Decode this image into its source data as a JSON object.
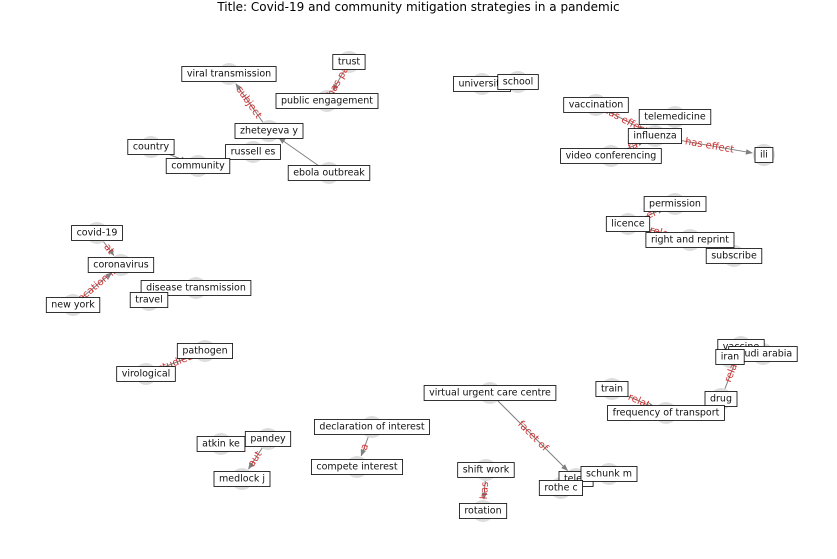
{
  "title": "Title: Covid-19 and community mitigation strategies in a pandemic",
  "colors": {
    "edge": "#808080",
    "edge_label": "#cc3333",
    "node": "#dddddd",
    "label_border": "#000000",
    "label_bg": "#ffffff"
  },
  "nodes": [
    {
      "id": "trust",
      "label": "trust"
    },
    {
      "id": "viral_transmission",
      "label": "viral transmission"
    },
    {
      "id": "public_engagement",
      "label": "public engagement"
    },
    {
      "id": "zheteyeva",
      "label": "zheteyeva y"
    },
    {
      "id": "country",
      "label": "country"
    },
    {
      "id": "russell",
      "label": "russell es"
    },
    {
      "id": "community",
      "label": "community"
    },
    {
      "id": "ebola",
      "label": "ebola outbreak"
    },
    {
      "id": "university",
      "label": "university"
    },
    {
      "id": "school",
      "label": "school"
    },
    {
      "id": "vaccination",
      "label": "vaccination"
    },
    {
      "id": "telemedicine",
      "label": "telemedicine"
    },
    {
      "id": "influenza",
      "label": "influenza"
    },
    {
      "id": "video_conf",
      "label": "video conferencing"
    },
    {
      "id": "ili",
      "label": "ili"
    },
    {
      "id": "permission",
      "label": "permission"
    },
    {
      "id": "licence",
      "label": "licence"
    },
    {
      "id": "right_reprint",
      "label": "right and reprint"
    },
    {
      "id": "subscribe",
      "label": "subscribe"
    },
    {
      "id": "covid19",
      "label": "covid-19"
    },
    {
      "id": "coronavirus",
      "label": "coronavirus"
    },
    {
      "id": "disease_trans",
      "label": "disease transmission"
    },
    {
      "id": "travel",
      "label": "travel"
    },
    {
      "id": "new_york",
      "label": "new york"
    },
    {
      "id": "pathogen",
      "label": "pathogen"
    },
    {
      "id": "virological",
      "label": "virological"
    },
    {
      "id": "vaccine",
      "label": "vaccine"
    },
    {
      "id": "saudi_arabia",
      "label": "saudi arabia"
    },
    {
      "id": "iran",
      "label": "iran"
    },
    {
      "id": "train",
      "label": "train"
    },
    {
      "id": "drug",
      "label": "drug"
    },
    {
      "id": "freq_transport",
      "label": "frequency of transport"
    },
    {
      "id": "vucc",
      "label": "virtual urgent care centre"
    },
    {
      "id": "declaration",
      "label": "declaration of interest"
    },
    {
      "id": "atkin",
      "label": "atkin ke"
    },
    {
      "id": "pandey",
      "label": "pandey"
    },
    {
      "id": "compete",
      "label": "compete interest"
    },
    {
      "id": "medlock",
      "label": "medlock j"
    },
    {
      "id": "shift_work",
      "label": "shift work"
    },
    {
      "id": "telehealth",
      "label": "teleh"
    },
    {
      "id": "schunk",
      "label": "schunk m"
    },
    {
      "id": "rothe",
      "label": "rothe c"
    },
    {
      "id": "rotation",
      "label": "rotation"
    }
  ],
  "edges": [
    {
      "from": "trust",
      "to": "public_engagement",
      "label": "has pa"
    },
    {
      "from": "zheteyeva",
      "to": "viral_transmission",
      "label": "subject"
    },
    {
      "from": "ebola",
      "to": "zheteyeva",
      "label": ""
    },
    {
      "from": "country",
      "to": "community",
      "label": ""
    },
    {
      "from": "vaccination",
      "to": "influenza",
      "label": "has effect"
    },
    {
      "from": "influenza",
      "to": "ili",
      "label": "has effect"
    },
    {
      "from": "video_conf",
      "to": "influenza",
      "label": "fa"
    },
    {
      "from": "licence",
      "to": "permission",
      "label": "er"
    },
    {
      "from": "licence",
      "to": "right_reprint",
      "label": "rela"
    },
    {
      "from": "covid19",
      "to": "coronavirus",
      "label": "at"
    },
    {
      "from": "new_york",
      "to": "coronavirus",
      "label": "location in"
    },
    {
      "from": "virological",
      "to": "pathogen",
      "label": "studied"
    },
    {
      "from": "drug",
      "to": "vaccine",
      "label": "rela"
    },
    {
      "from": "train",
      "to": "freq_transport",
      "label": "relat"
    },
    {
      "from": "vucc",
      "to": "telehealth",
      "label": "facet of"
    },
    {
      "from": "declaration",
      "to": "compete",
      "label": "a"
    },
    {
      "from": "pandey",
      "to": "medlock",
      "label": "aut"
    },
    {
      "from": "atkin",
      "to": "pandey",
      "label": "a"
    },
    {
      "from": "shift_work",
      "to": "rotation",
      "label": "has"
    }
  ]
}
